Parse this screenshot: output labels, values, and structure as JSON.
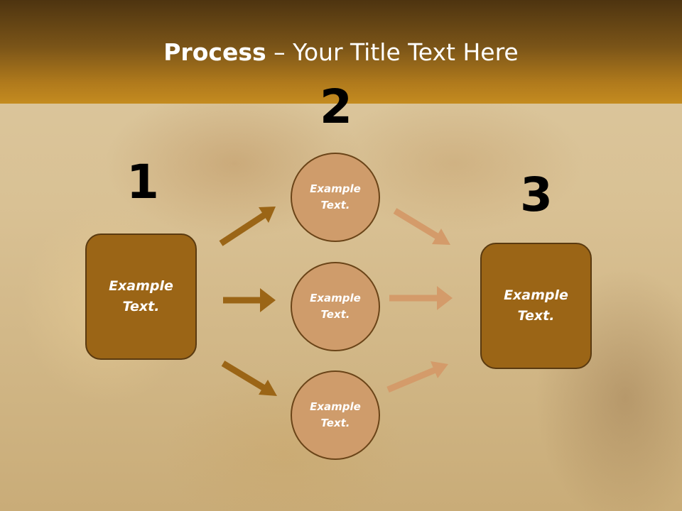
{
  "title": {
    "bold": "Process",
    "rest": " – Your Title Text Here"
  },
  "steps": {
    "n1": "1",
    "n2": "2",
    "n3": "3"
  },
  "left_box": {
    "line1": "Example",
    "line2": "Text."
  },
  "circles": [
    {
      "line1": "Example",
      "line2": "Text."
    },
    {
      "line1": "Example",
      "line2": "Text."
    },
    {
      "line1": "Example",
      "line2": "Text."
    }
  ],
  "right_box": {
    "line1": "Example",
    "line2": "Text."
  },
  "colors": {
    "box_fill": "#9b6516",
    "circle_fill": "#cf9c6b",
    "arrow_dark": "#9b6516",
    "arrow_light": "#d49b6a"
  }
}
